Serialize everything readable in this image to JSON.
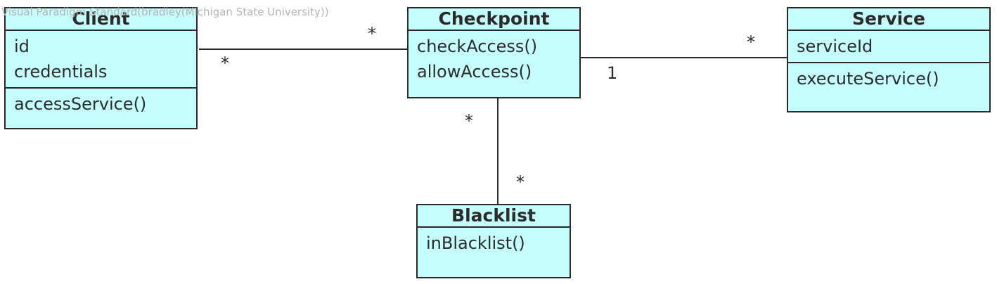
{
  "watermark": "Visual Paradigm Standard(bradley(Michigan State University))",
  "classes": {
    "client": {
      "name": "Client",
      "attributes": [
        "id",
        "credentials"
      ],
      "operations": [
        "accessService()"
      ]
    },
    "checkpoint": {
      "name": "Checkpoint",
      "operations": [
        "checkAccess()",
        "allowAccess()"
      ]
    },
    "service": {
      "name": "Service",
      "attributes": [
        "serviceId"
      ],
      "operations": [
        "executeService()"
      ]
    },
    "blacklist": {
      "name": "Blacklist",
      "operations": [
        "inBlacklist()"
      ]
    }
  },
  "associations": {
    "client_checkpoint": {
      "client_end": "*",
      "checkpoint_end": "*"
    },
    "checkpoint_service": {
      "checkpoint_end": "1",
      "service_end": "*"
    },
    "checkpoint_blacklist": {
      "checkpoint_end": "*",
      "blacklist_end": "*"
    }
  },
  "colors": {
    "class_fill": "#c4fefd",
    "border": "#2a2a2a",
    "text": "#2b2b2b",
    "watermark": "#b4b4b4"
  }
}
